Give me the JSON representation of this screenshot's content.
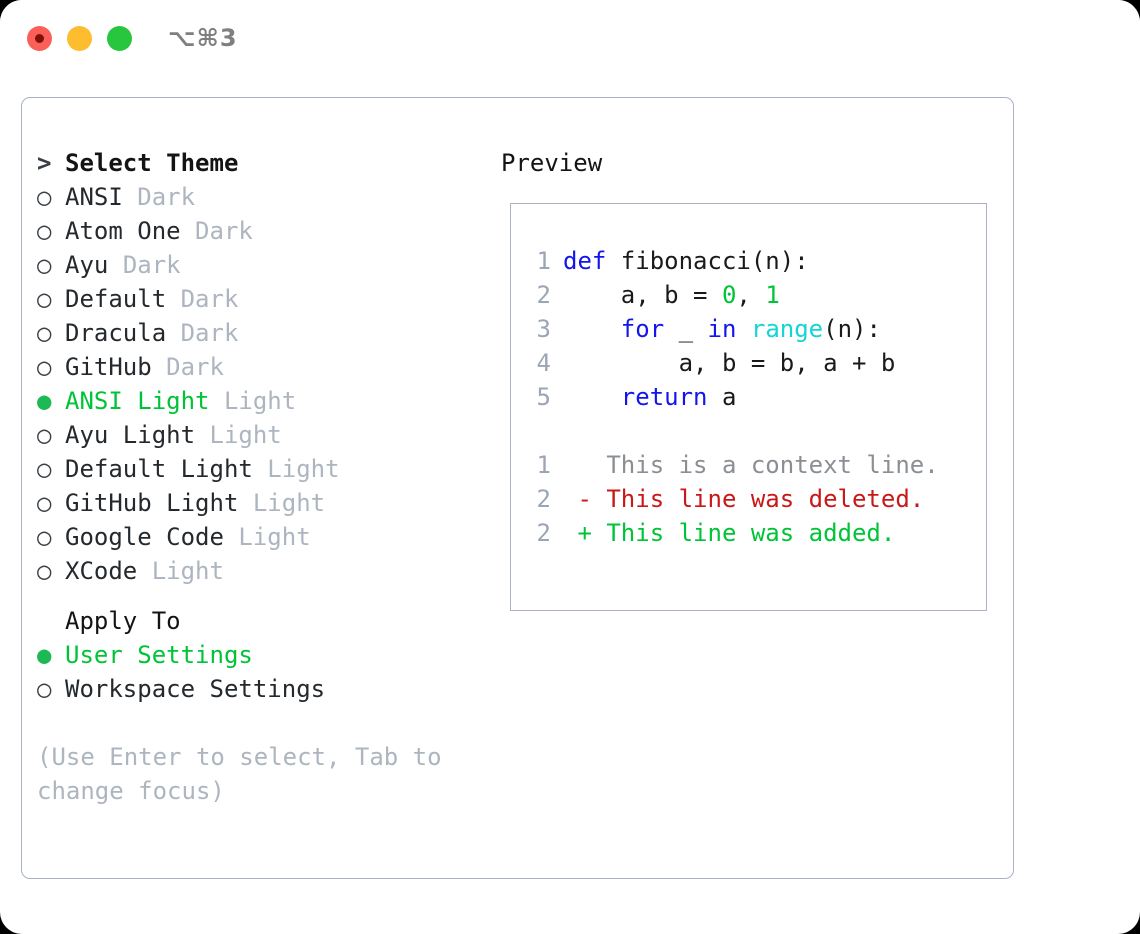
{
  "window": {
    "traffic_lights": [
      "close-red",
      "minimize-yellow",
      "maximize-green"
    ],
    "shortcut_label": "⌥⌘3",
    "colors": {
      "close": "#fb6058",
      "minimize": "#fdbd2e",
      "maximize": "#28c63f",
      "panel_border": "#aab3c2",
      "accent_green": "#00c437",
      "muted": "#adb5c0"
    }
  },
  "theme_panel": {
    "header_marker": ">",
    "header_label": "Select Theme",
    "unselected_marker": "○",
    "selected_marker": "●",
    "items": [
      {
        "name": "ANSI",
        "kind": "Dark",
        "selected": false
      },
      {
        "name": "Atom One",
        "kind": "Dark",
        "selected": false
      },
      {
        "name": "Ayu",
        "kind": "Dark",
        "selected": false
      },
      {
        "name": "Default",
        "kind": "Dark",
        "selected": false
      },
      {
        "name": "Dracula",
        "kind": "Dark",
        "selected": false
      },
      {
        "name": "GitHub",
        "kind": "Dark",
        "selected": false
      },
      {
        "name": "ANSI Light",
        "kind": "Light",
        "selected": true
      },
      {
        "name": "Ayu Light",
        "kind": "Light",
        "selected": false
      },
      {
        "name": "Default Light",
        "kind": "Light",
        "selected": false
      },
      {
        "name": "GitHub Light",
        "kind": "Light",
        "selected": false
      },
      {
        "name": "Google Code",
        "kind": "Light",
        "selected": false
      },
      {
        "name": "XCode",
        "kind": "Light",
        "selected": false
      }
    ]
  },
  "apply_to": {
    "header_label": "Apply To",
    "options": [
      {
        "label": "User Settings",
        "selected": true
      },
      {
        "label": "Workspace Settings",
        "selected": false
      }
    ]
  },
  "hint": {
    "text": "(Use Enter to select, Tab to change focus)"
  },
  "preview": {
    "title": "Preview",
    "code_lines": [
      {
        "no": "1",
        "tokens": [
          {
            "t": "def ",
            "c": "kw"
          },
          {
            "t": "fibonacci(n):",
            "c": "plain"
          }
        ]
      },
      {
        "no": "2",
        "tokens": [
          {
            "t": "    a, b = ",
            "c": "plain"
          },
          {
            "t": "0",
            "c": "num"
          },
          {
            "t": ", ",
            "c": "plain"
          },
          {
            "t": "1",
            "c": "num"
          }
        ]
      },
      {
        "no": "3",
        "tokens": [
          {
            "t": "    ",
            "c": "plain"
          },
          {
            "t": "for",
            "c": "kw"
          },
          {
            "t": " _ ",
            "c": "plain"
          },
          {
            "t": "in",
            "c": "kw"
          },
          {
            "t": " ",
            "c": "plain"
          },
          {
            "t": "range",
            "c": "builtin"
          },
          {
            "t": "(n):",
            "c": "plain"
          }
        ]
      },
      {
        "no": "4",
        "tokens": [
          {
            "t": "        a, b = b, a + b",
            "c": "plain"
          }
        ]
      },
      {
        "no": "5",
        "tokens": [
          {
            "t": "    ",
            "c": "plain"
          },
          {
            "t": "return",
            "c": "kw"
          },
          {
            "t": " a",
            "c": "plain"
          }
        ]
      }
    ],
    "diff_lines": [
      {
        "no": "1",
        "sign": " ",
        "text": "This is a context line.",
        "kind": "ctx"
      },
      {
        "no": "2",
        "sign": "-",
        "text": "This line was deleted.",
        "kind": "del"
      },
      {
        "no": "2",
        "sign": "+",
        "text": "This line was added.",
        "kind": "add"
      }
    ]
  }
}
